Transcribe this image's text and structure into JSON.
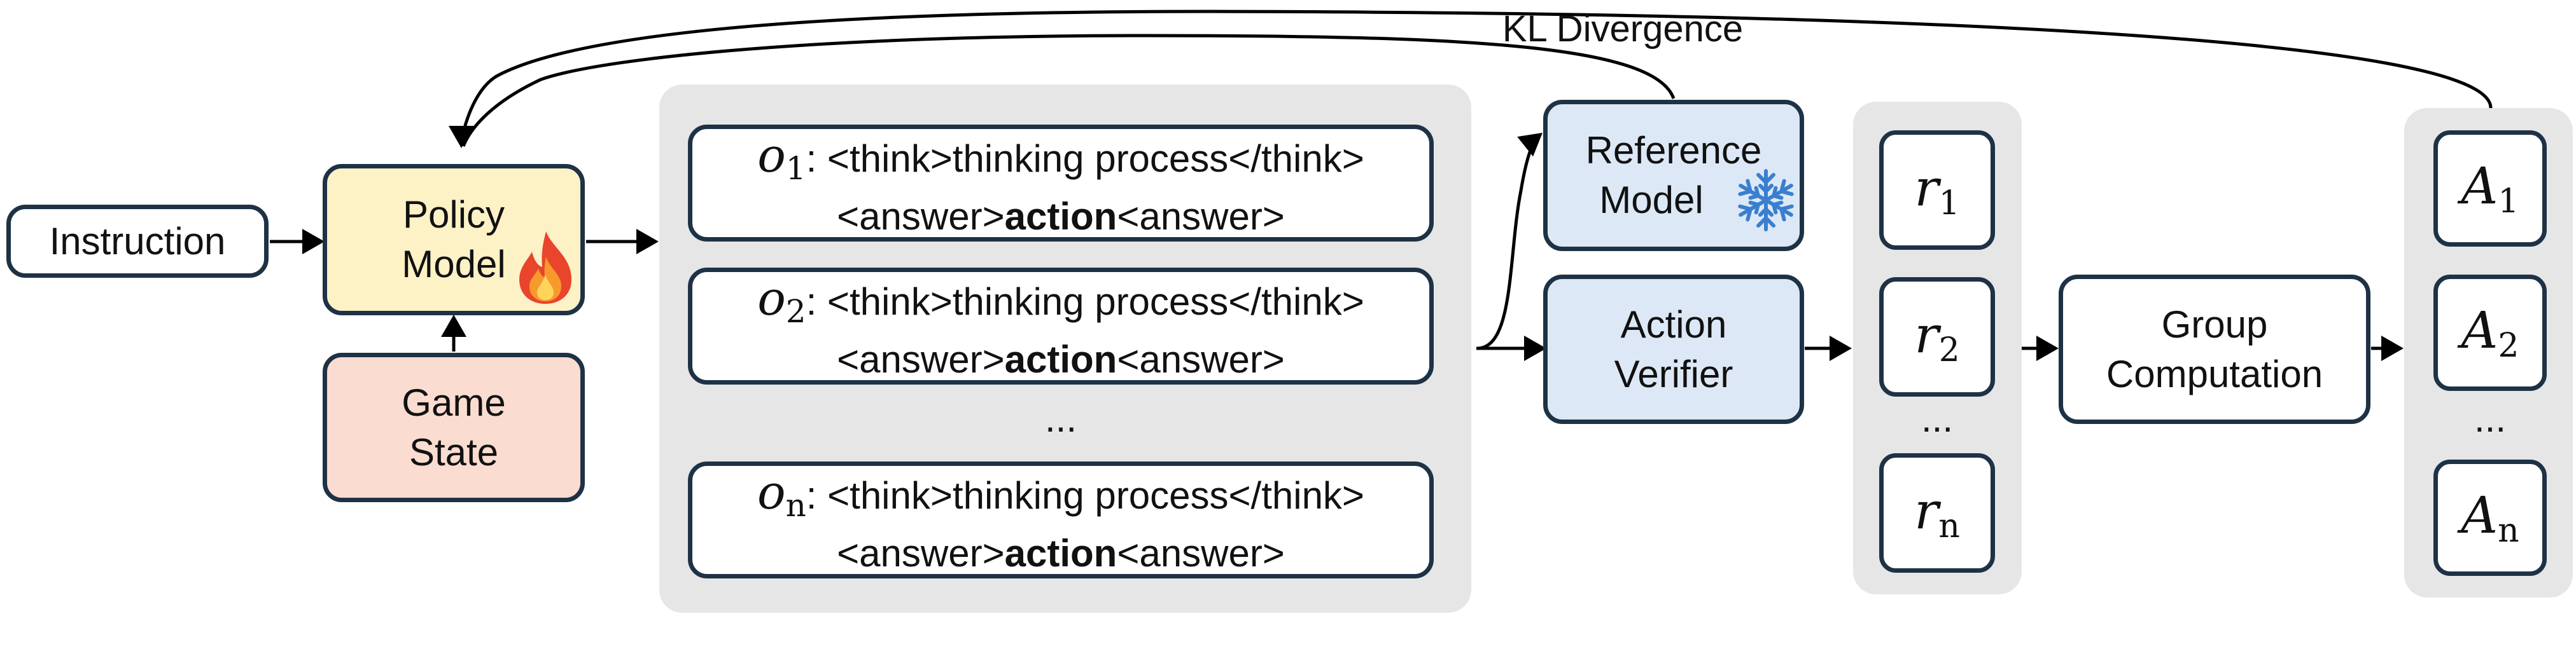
{
  "diagram": {
    "kl_label": "KL Divergence",
    "instruction": "Instruction",
    "policy": {
      "line1": "Policy",
      "line2": "Model"
    },
    "game_state": {
      "line1": "Game",
      "line2": "State"
    },
    "reference": {
      "line1": "Reference",
      "line2": "Model"
    },
    "verifier": {
      "line1": "Action",
      "line2": "Verifier"
    },
    "group": {
      "line1": "Group",
      "line2": "Computation"
    },
    "outputs": [
      {
        "var": "o",
        "sub": "1",
        "line1": ": <think>thinking process</think>",
        "pre": "<answer>",
        "bold": "action",
        "post": "<answer>"
      },
      {
        "var": "o",
        "sub": "2",
        "line1": ": <think>thinking process</think>",
        "pre": "<answer>",
        "bold": "action",
        "post": "<answer>"
      },
      {
        "var": "o",
        "sub": "n",
        "line1": ": <think>thinking process</think>",
        "pre": "<answer>",
        "bold": "action",
        "post": "<answer>"
      }
    ],
    "outputs_ellipsis": "...",
    "rewards": [
      {
        "var": "r",
        "sub": "1"
      },
      {
        "var": "r",
        "sub": "2"
      },
      {
        "var": "r",
        "sub": "n"
      }
    ],
    "rewards_ellipsis": "...",
    "advantages": [
      {
        "var": "A",
        "sub": "1"
      },
      {
        "var": "A",
        "sub": "2"
      },
      {
        "var": "A",
        "sub": "n"
      }
    ],
    "advantages_ellipsis": "...",
    "icons": {
      "policy": "fire-icon",
      "reference": "snowflake-icon"
    },
    "colors": {
      "policy_fill": "#fdf1c6",
      "game_state_fill": "#fadcd0",
      "reference_fill": "#dce8f5",
      "verifier_fill": "#dce8f5",
      "panel_fill": "#e6e6e6",
      "border": "#1e3246"
    }
  }
}
